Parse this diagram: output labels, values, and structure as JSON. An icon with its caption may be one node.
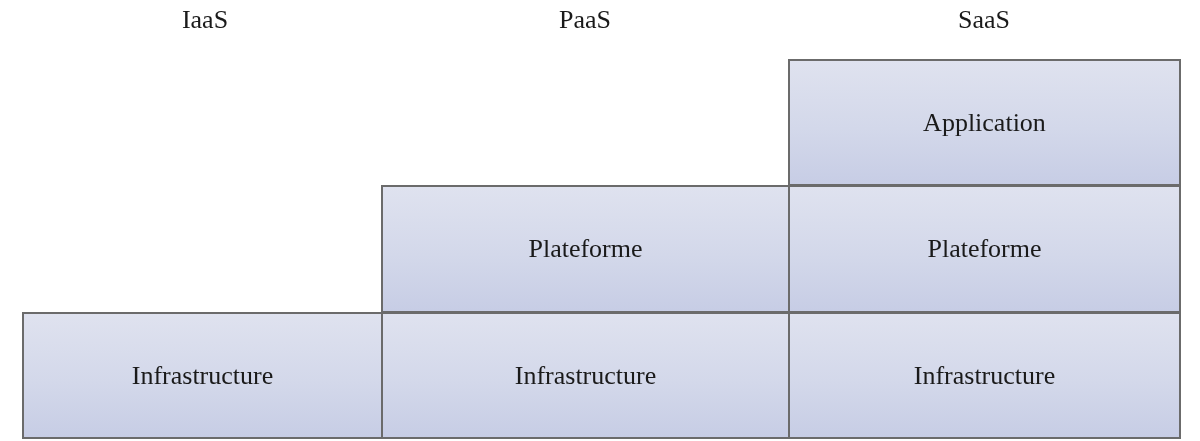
{
  "diagram": {
    "nodes": [
      {
        "text": [
          "Application"
        ]
      },
      {
        "text": [
          "Plateforme"
        ]
      },
      {
        "text": [
          "Plateforme"
        ]
      },
      {
        "text": [
          "Infrastructure"
        ]
      },
      {
        "text": [
          "Infrastructure"
        ]
      },
      {
        "text": [
          "Infrastructure"
        ]
      }
    ],
    "labels": [
      "IaaS",
      "PaaS",
      "SaaS"
    ]
  }
}
